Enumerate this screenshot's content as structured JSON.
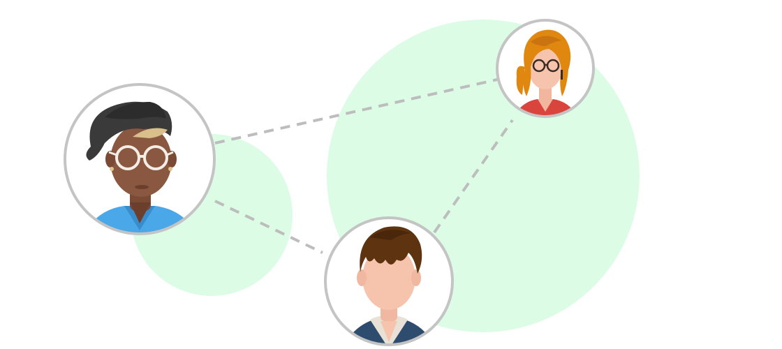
{
  "colors": {
    "background": "#ffffff",
    "blob": "#dcfce6",
    "ring": "#c4c4c4",
    "connector": "#bdbdbd",
    "avatar_bg": "#ffffff"
  },
  "nodes": [
    {
      "id": "avatar-left",
      "icon": "woman-dark-skin-glasses-avatar"
    },
    {
      "id": "avatar-top-right",
      "icon": "woman-red-hair-glasses-avatar"
    },
    {
      "id": "avatar-bottom",
      "icon": "man-brown-hair-avatar"
    }
  ],
  "connections": [
    {
      "from": "avatar-left",
      "to": "avatar-top-right",
      "style": "dashed"
    },
    {
      "from": "avatar-left",
      "to": "avatar-bottom",
      "style": "dashed"
    },
    {
      "from": "avatar-bottom",
      "to": "avatar-top-right",
      "style": "dashed"
    }
  ]
}
